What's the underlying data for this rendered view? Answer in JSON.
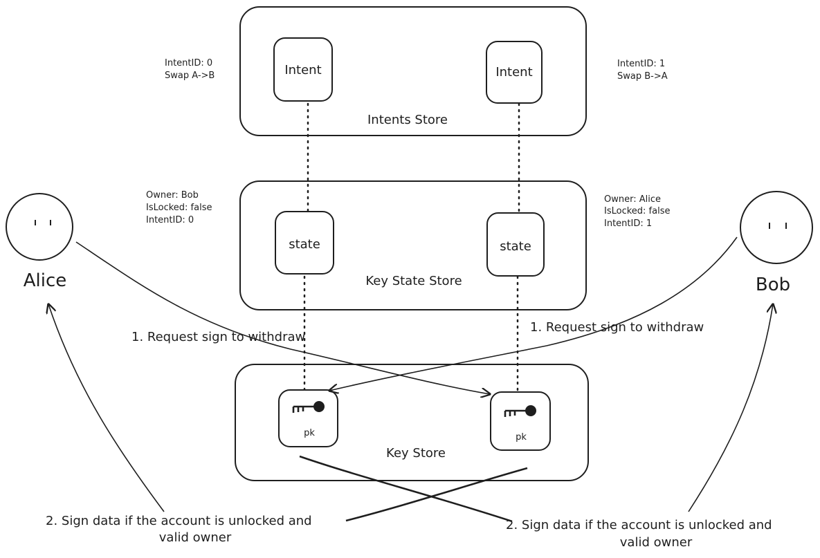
{
  "stores": {
    "intents": "Intents Store",
    "key_state": "Key State Store",
    "key": "Key Store"
  },
  "cards": {
    "intent_left": "Intent",
    "intent_right": "Intent",
    "state_left": "state",
    "state_right": "state",
    "pk_left": "pk",
    "pk_right": "pk"
  },
  "annotations": {
    "intent0_id": "IntentID: 0",
    "intent0_swap": "Swap A->B",
    "intent1_id": "IntentID: 1",
    "intent1_swap": "Swap B->A",
    "state_left_owner": "Owner: Bob",
    "state_left_locked": "IsLocked: false",
    "state_left_intent": "IntentID:  0",
    "state_right_owner": "Owner: Alice",
    "state_right_locked": "IsLocked: false",
    "state_right_intent": "IntentID:  1"
  },
  "actors": {
    "left": "Alice",
    "right": "Bob"
  },
  "steps": {
    "alice_request": "1. Request sign to withdraw",
    "bob_request": "1. Request sign to withdraw",
    "left_sign_line1": "2. Sign data if the account is unlocked and",
    "left_sign_line2": "valid owner",
    "right_sign_line1": "2. Sign data if the account is unlocked and",
    "right_sign_line2": "valid owner"
  }
}
